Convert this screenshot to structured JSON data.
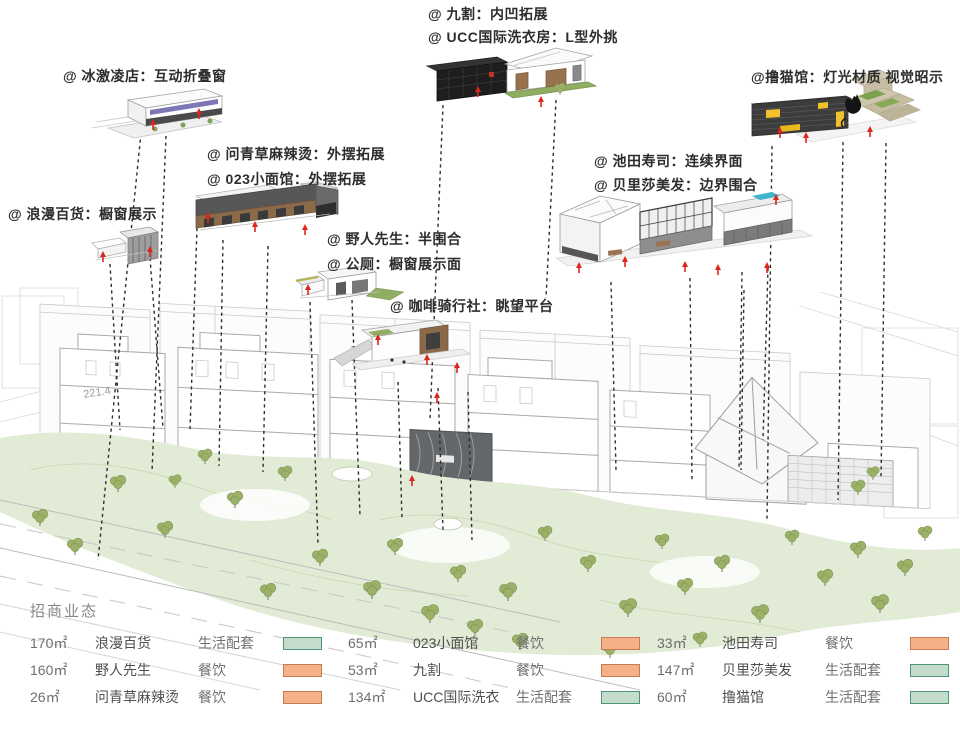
{
  "callouts": [
    {
      "id": "ice-cream",
      "text": "@ 冰激凌店：互动折叠窗"
    },
    {
      "id": "langman",
      "text": "@ 浪漫百货：橱窗展示"
    },
    {
      "id": "wenqingcao",
      "text": "@ 问青草麻辣烫：外摆拓展"
    },
    {
      "id": "xiaomianguan",
      "text": "@ 023小面馆：外摆拓展"
    },
    {
      "id": "jiuge",
      "text": "@ 九割：内凹拓展"
    },
    {
      "id": "ucc",
      "text": "@ UCC国际洗衣房：L型外挑"
    },
    {
      "id": "lumao",
      "text": "@撸猫馆：灯光材质 视觉昭示"
    },
    {
      "id": "chitian",
      "text": "@ 池田寿司：连续界面"
    },
    {
      "id": "beilisha",
      "text": "@ 贝里莎美发：边界围合"
    },
    {
      "id": "yeren",
      "text": "@ 野人先生：半围合"
    },
    {
      "id": "gongce",
      "text": "@ 公厕：橱窗展示面"
    },
    {
      "id": "kafei",
      "text": "@ 咖啡骑行社：眺望平台"
    }
  ],
  "site": {
    "elevation_label": "221.4"
  },
  "legend": {
    "title": "招商业态",
    "categories": {
      "food": "餐饮",
      "life": "生活配套"
    },
    "columns": [
      {
        "rows": [
          {
            "area": "170㎡",
            "name": "浪漫百货",
            "category": "生活配套",
            "type": "life"
          },
          {
            "area": "160㎡",
            "name": "野人先生",
            "category": "餐饮",
            "type": "food"
          },
          {
            "area": "26㎡",
            "name": "问青草麻辣烫",
            "category": "餐饮",
            "type": "food"
          }
        ]
      },
      {
        "rows": [
          {
            "area": "65㎡",
            "name": "023小面馆",
            "category": "餐饮",
            "type": "food"
          },
          {
            "area": "53㎡",
            "name": "九割",
            "category": "餐饮",
            "type": "food"
          },
          {
            "area": "134㎡",
            "name": "UCC国际洗衣",
            "category": "生活配套",
            "type": "life"
          }
        ]
      },
      {
        "rows": [
          {
            "area": "33㎡",
            "name": "池田寿司",
            "category": "餐饮",
            "type": "food"
          },
          {
            "area": "147㎡",
            "name": "贝里莎美发",
            "category": "生活配套",
            "type": "life"
          },
          {
            "area": "60㎡",
            "name": "撸猫馆",
            "category": "生活配套",
            "type": "life"
          }
        ]
      }
    ]
  },
  "colors": {
    "food_fill": "#f5b088",
    "food_border": "#c97c54",
    "life_fill": "#c3dccb",
    "life_border": "#4f9478",
    "arrow_red": "#d8281e",
    "landscape_green": "#e2ebd6",
    "tree_green": "#9cb168",
    "leader_line": "#2f2f2f"
  }
}
